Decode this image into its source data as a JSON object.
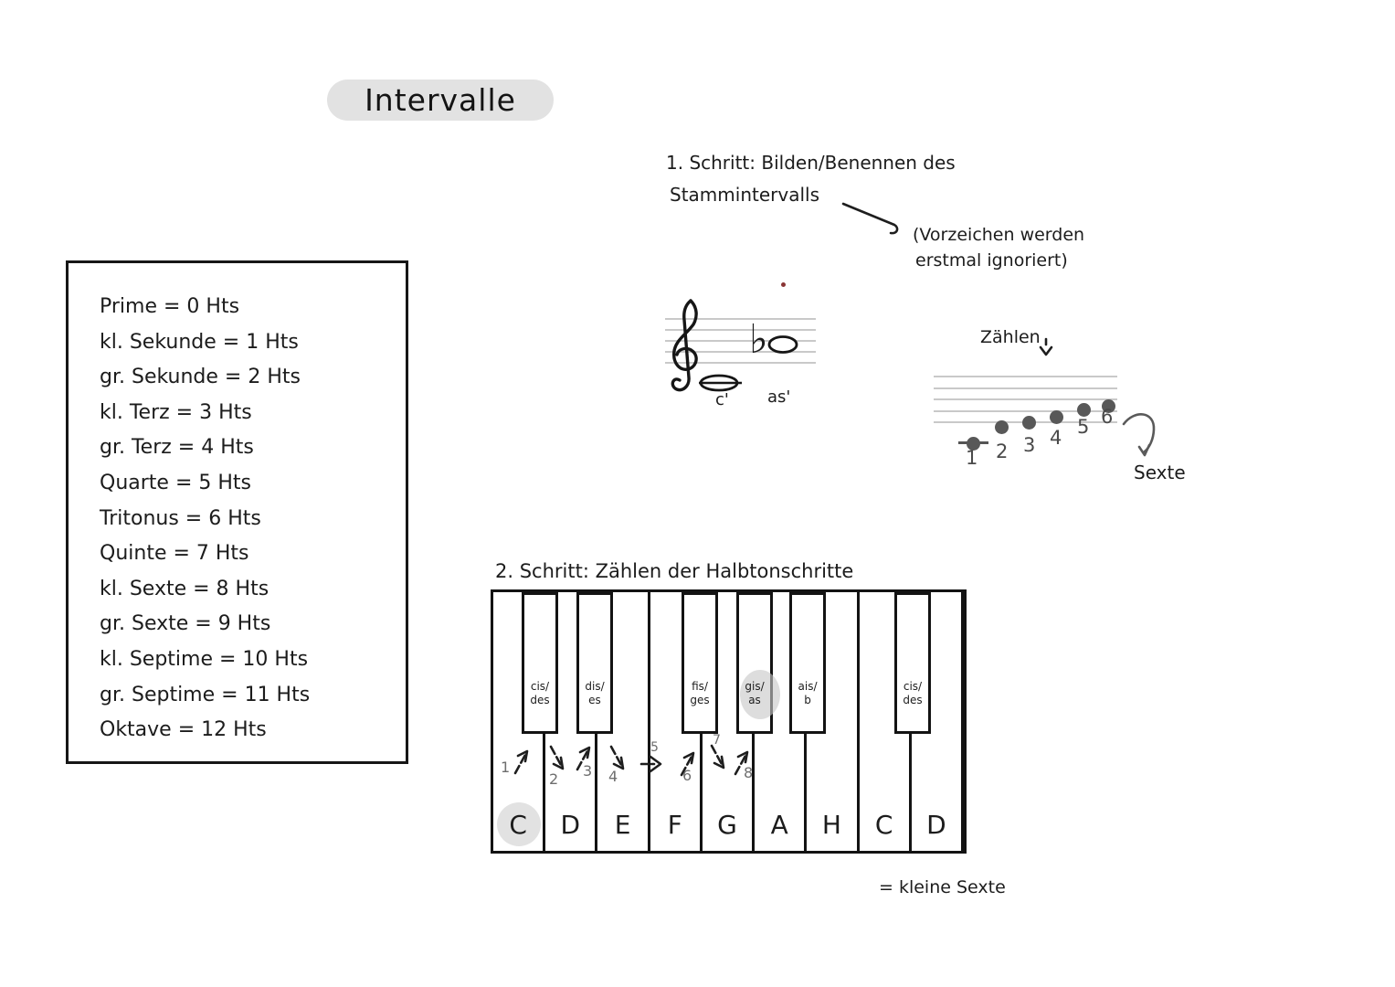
{
  "page": {
    "title": "Intervalle"
  },
  "interval_table": {
    "rows": [
      "Prime = 0 Hts",
      "kl. Sekunde = 1 Hts",
      "gr. Sekunde = 2 Hts",
      "kl. Terz = 3 Hts",
      "gr. Terz = 4 Hts",
      "Quarte = 5 Hts",
      "Tritonus = 6 Hts",
      "Quinte = 7 Hts",
      "kl. Sexte = 8 Hts",
      "gr. Sexte = 9 Hts",
      "kl. Septime = 10 Hts",
      "gr. Septime = 11 Hts",
      "Oktave = 12 Hts"
    ]
  },
  "step1": {
    "heading_line1": "1. Schritt: Bilden/Benennen des",
    "heading_line2": "Stammintervalls",
    "note_line1": "(Vorzeichen werden",
    "note_line2": "erstmal ignoriert)",
    "flat_sign": "♭",
    "note1_label": "c'",
    "note2_label": "as'"
  },
  "counting": {
    "label": "Zählen",
    "numbers": [
      "1",
      "2",
      "3",
      "4",
      "5",
      "6"
    ],
    "result": "Sexte"
  },
  "step2": {
    "heading": "2. Schritt: Zählen der Halbtonschritte",
    "result": "= kleine Sexte",
    "white_keys": [
      "C",
      "D",
      "E",
      "F",
      "G",
      "A",
      "H",
      "C",
      "D"
    ],
    "black_keys": [
      {
        "line1": "cis/",
        "line2": "des"
      },
      {
        "line1": "dis/",
        "line2": "es"
      },
      {
        "line1": "fis/",
        "line2": "ges"
      },
      {
        "line1": "gis/",
        "line2": "as"
      },
      {
        "line1": "ais/",
        "line2": "b"
      },
      {
        "line1": "cis/",
        "line2": "des"
      }
    ],
    "half_step_numbers": [
      "1",
      "2",
      "3",
      "4",
      "5",
      "6",
      "7",
      "8"
    ]
  },
  "colors": {
    "ink": "#1c1c1c",
    "highlight_gray": "#e2e2e2",
    "staff_line_gray": "#c9c9c9",
    "dot_gray": "#585858",
    "number_gray": "#6e6e6e",
    "red_dot": "#8a3535"
  }
}
